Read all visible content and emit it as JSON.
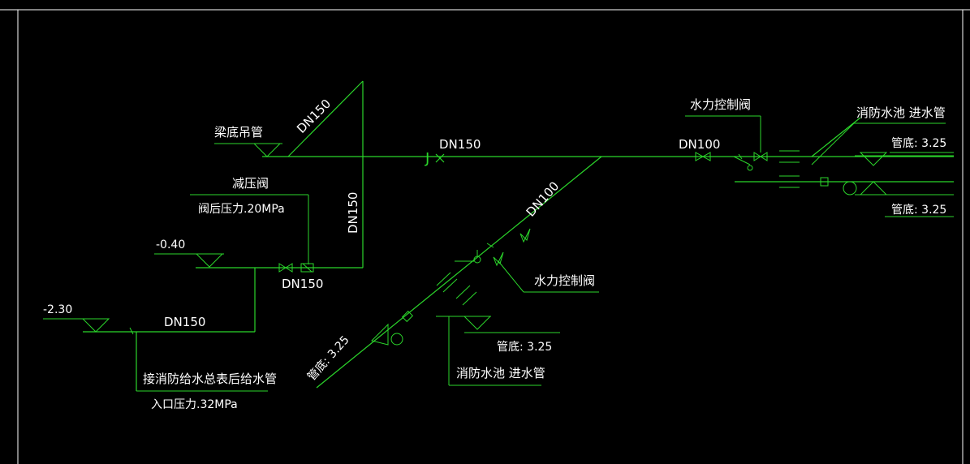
{
  "colors": {
    "background": "#000000",
    "pipe": "#2bd62b",
    "text": "#ffffff",
    "frame": "#ffffff"
  },
  "labels": {
    "beam_pipe": "梁底吊管",
    "diag_dn150": "DN150",
    "main_dn150": "DN150",
    "pipe_mark": "J",
    "riser_dn150": "DN150",
    "prv_title": "减压阀",
    "prv_pressure": "阀后压力.20MPa",
    "level_neg040": "-0.40",
    "lower_dn150": "DN150",
    "level_neg230": "-2.30",
    "bottom_dn150": "DN150",
    "inlet_title": "接消防给水总表后给水管",
    "inlet_pressure": "入口压力.32MPa",
    "branch_dn100": "DN100",
    "hcv_mid": "水力控制阀",
    "pipe_bottom_left": "管底: 3.25",
    "pipe_bottom_mid": "管底: 3.25",
    "pool_inlet_mid": "消防水池 进水管",
    "right_dn100": "DN100",
    "hcv_right": "水力控制阀",
    "pool_inlet_right": "消防水池 进水管",
    "pipe_bottom_r1": "管底: 3.25",
    "pipe_bottom_r2": "管底: 3.25"
  }
}
